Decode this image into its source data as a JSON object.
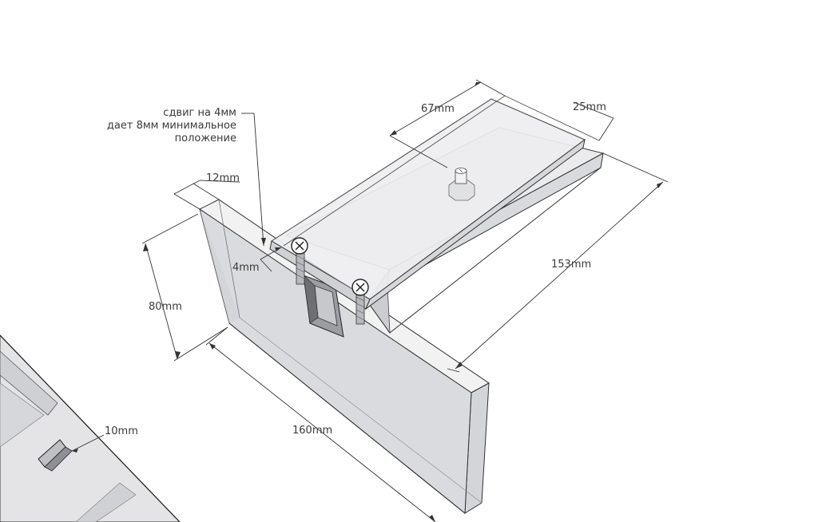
{
  "annotation": {
    "line1": "сдвиг на 4мм",
    "line2": "дает 8мм минимальное",
    "line3": "положение"
  },
  "dimensions": {
    "d_12": "12mm",
    "d_4": "4mm",
    "d_80": "80mm",
    "d_160": "160mm",
    "d_67": "67mm",
    "d_25": "25mm",
    "d_153": "153mm",
    "d_10": "10mm"
  }
}
